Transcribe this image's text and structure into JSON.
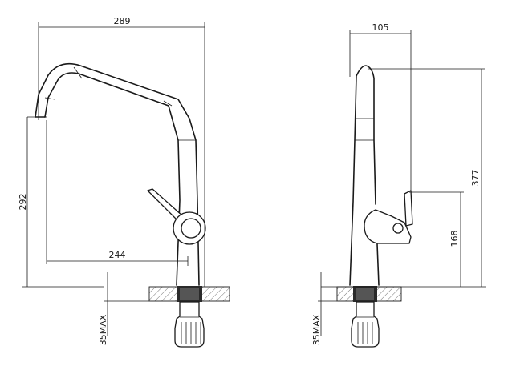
{
  "dimensions": {
    "front_overall_width": "289",
    "front_spout_height": "292",
    "front_spout_reach": "244",
    "front_deck_thickness": "35MAX",
    "side_depth": "105",
    "side_overall_height": "377",
    "side_lever_height": "168",
    "side_deck_thickness": "35MAX"
  },
  "colors": {
    "line": "#1a1a1a",
    "background": "#ffffff",
    "nut_fill": "#2a2a2a"
  }
}
